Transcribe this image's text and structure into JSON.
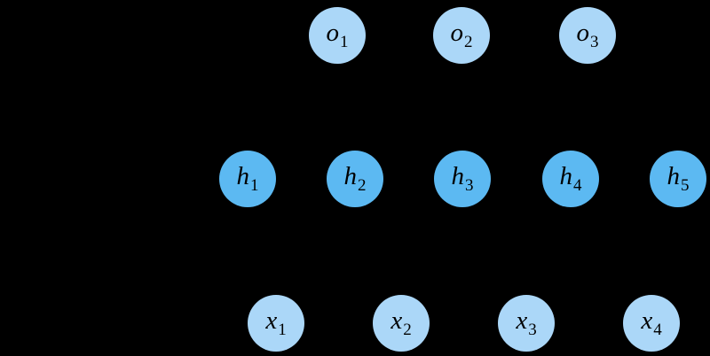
{
  "diagram": {
    "type": "neural-network-node-diagram",
    "background_color": "#000000",
    "text_color": "#000000",
    "layers": {
      "outputs": {
        "fill": "#ABD7F8",
        "nodes": [
          {
            "base": "o",
            "sub": "1"
          },
          {
            "base": "o",
            "sub": "2"
          },
          {
            "base": "o",
            "sub": "3"
          }
        ]
      },
      "hidden": {
        "fill": "#5CB9F2",
        "nodes": [
          {
            "base": "h",
            "sub": "1"
          },
          {
            "base": "h",
            "sub": "2"
          },
          {
            "base": "h",
            "sub": "3"
          },
          {
            "base": "h",
            "sub": "4"
          },
          {
            "base": "h",
            "sub": "5"
          }
        ]
      },
      "inputs": {
        "fill": "#ABD7F8",
        "nodes": [
          {
            "base": "x",
            "sub": "1"
          },
          {
            "base": "x",
            "sub": "2"
          },
          {
            "base": "x",
            "sub": "3"
          },
          {
            "base": "x",
            "sub": "4"
          }
        ]
      }
    }
  }
}
